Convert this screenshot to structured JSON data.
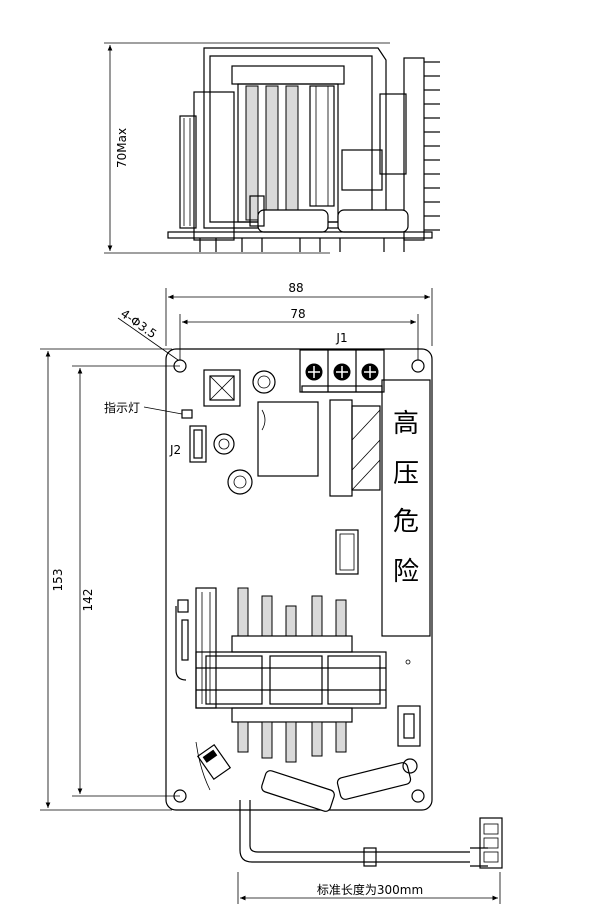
{
  "dimensions": {
    "height_max": "70Max",
    "board_width": "88",
    "hole_spacing_x": "78",
    "board_height": "153",
    "hole_spacing_y": "142",
    "mounting_holes": "4-Φ3.5"
  },
  "labels": {
    "connector_j1": "J1",
    "connector_j2": "J2",
    "indicator_light": "指示灯",
    "warning": [
      "高",
      "压",
      "危",
      "险"
    ],
    "cable_length": "标准长度为300mm"
  }
}
